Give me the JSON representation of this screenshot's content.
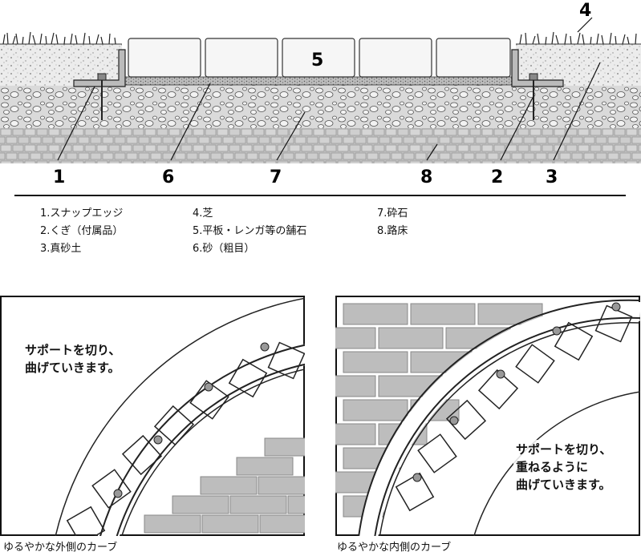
{
  "cross_section": {
    "callouts": [
      "1",
      "2",
      "3",
      "4",
      "5",
      "6",
      "7",
      "8"
    ]
  },
  "legend": {
    "col1": [
      "1.スナップエッジ",
      "2.くぎ（付属品）",
      "3.真砂土"
    ],
    "col2": [
      "4.芝",
      "5.平板・レンガ等の舗石",
      "6.砂（粗目）"
    ],
    "col3": [
      "7.砕石",
      "8.路床"
    ]
  },
  "panel_left": {
    "note_line1": "サポートを切り、",
    "note_line2": "曲げていきます。",
    "caption": "ゆるやかな外側のカーブ"
  },
  "panel_right": {
    "note_line1": "サポートを切り、",
    "note_line2": "重ねるように",
    "note_line3": "曲げていきます。",
    "caption": "ゆるやかな内側のカーブ"
  },
  "colors": {
    "ink": "#111111",
    "soil": "#e9e9e9",
    "gravel": "#d4d4d4",
    "subgrade": "#bdbdbd",
    "paver": "#f4f4f4"
  }
}
